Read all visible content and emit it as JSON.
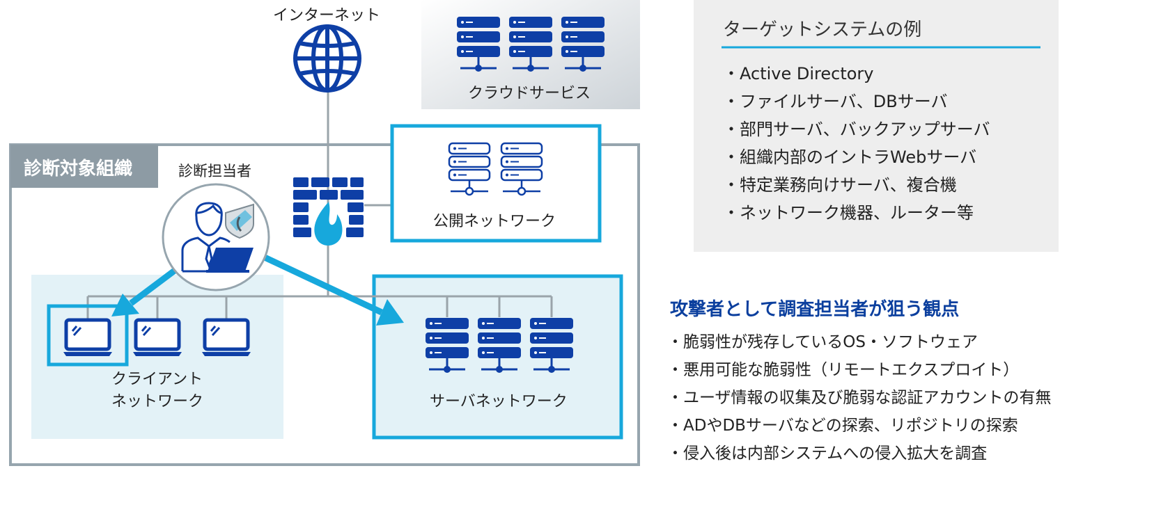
{
  "labels": {
    "internet": "インターネット",
    "cloud": "クラウドサービス",
    "org": "診断対象組織",
    "tester": "診断担当者",
    "public_net": "公開ネットワーク",
    "client_line1": "クライアント",
    "client_line2": "ネットワーク",
    "server_net": "サーバネットワーク"
  },
  "target_panel": {
    "title": "ターゲットシステムの例",
    "items": [
      "・Active Directory",
      "・ファイルサーバ、DBサーバ",
      "・部門サーバ、バックアップサーバ",
      "・組織内部のイントラWebサーバ",
      "・特定業務向けサーバ、複合機",
      "・ネットワーク機器、ルーター等"
    ]
  },
  "viewpoint": {
    "title": "攻撃者として調査担当者が狙う観点",
    "items": [
      "・脆弱性が残存しているOS・ソフトウェア",
      "・悪用可能な脆弱性（リモートエクスプロイト）",
      "・ユーザ情報の収集及び脆弱な認証アカウントの有無",
      "・ADやDBサーバなどの探索、リポジトリの探索",
      "・侵入後は内部システムへの侵入拡大を調査"
    ]
  },
  "colors": {
    "navy": "#0e3fa6",
    "cyan": "#17a8dc",
    "org_border": "#96a5ae",
    "org_tab": "#8d9ba4",
    "light_fill": "#e3f2f7",
    "panel_gray": "#eeeeee",
    "heading_blue": "#0b3f9e"
  }
}
